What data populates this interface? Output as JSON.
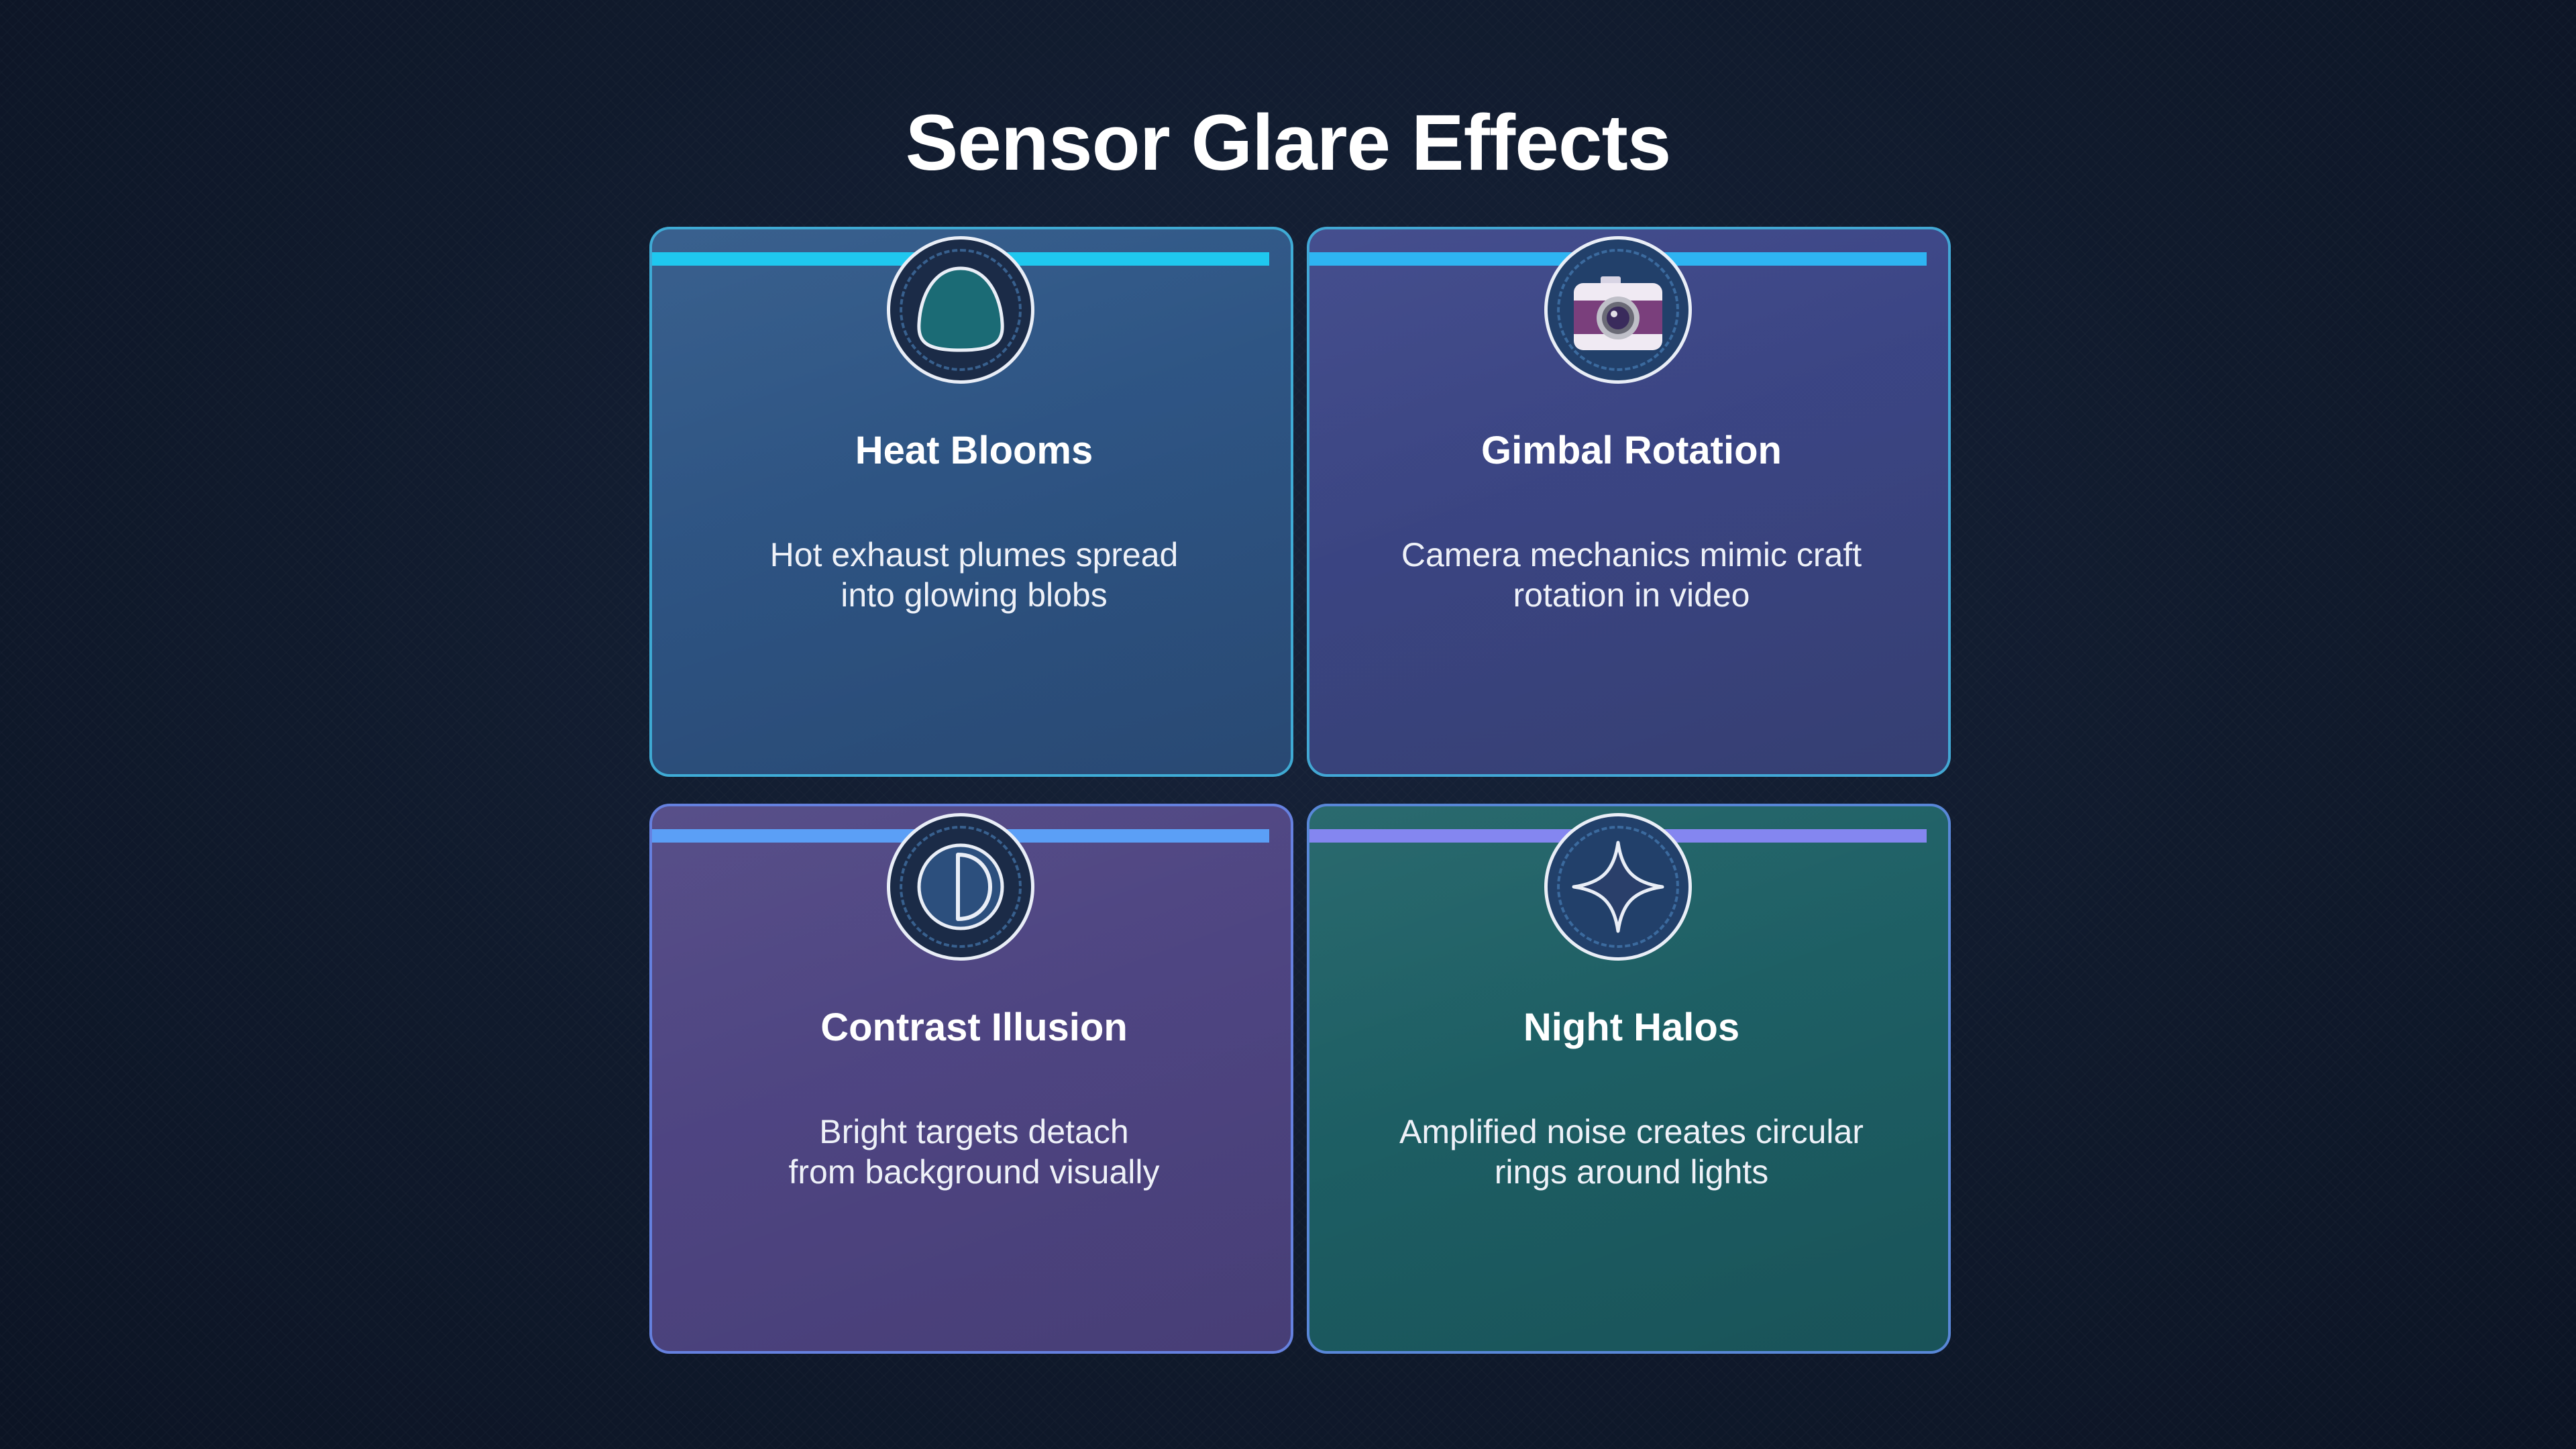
{
  "title": "Sensor Glare Effects",
  "cards": [
    {
      "title": "Heat Blooms",
      "description_line1": "Hot exhaust plumes spread",
      "description_line2": "into glowing blobs",
      "icon": "blob-icon",
      "stripe_color": "#1fc8ef"
    },
    {
      "title": "Gimbal Rotation",
      "description_line1": "Camera mechanics mimic craft",
      "description_line2": "rotation in video",
      "icon": "camera-icon",
      "stripe_color": "#2eb4f2"
    },
    {
      "title": "Contrast Illusion",
      "description_line1": "Bright targets detach",
      "description_line2": "from background visually",
      "icon": "half-circle-icon",
      "stripe_color": "#5b9ff6"
    },
    {
      "title": "Night Halos",
      "description_line1": "Amplified noise creates circular",
      "description_line2": "rings around lights",
      "icon": "four-point-star-icon",
      "stripe_color": "#8486f0"
    }
  ]
}
